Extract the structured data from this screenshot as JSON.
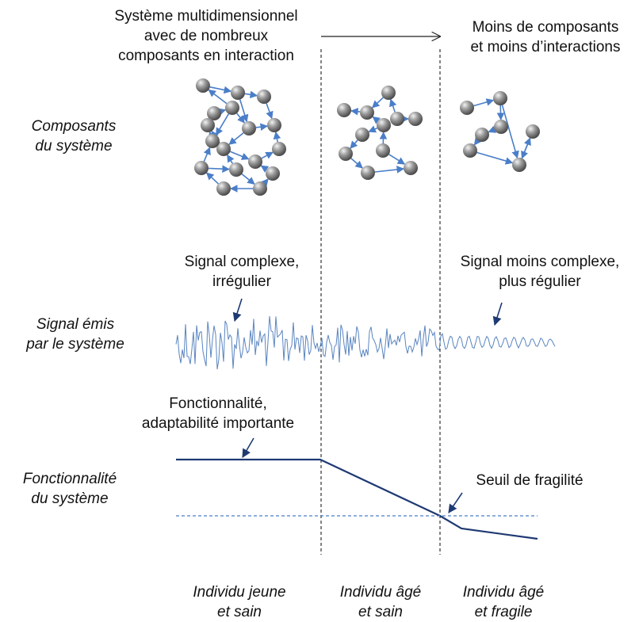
{
  "top": {
    "many_components": [
      "Système multidimensionnel",
      "avec de nombreux",
      "composants en interaction"
    ],
    "fewer_components": [
      "Moins de composants",
      "et moins d’interactions"
    ]
  },
  "rows": {
    "components": [
      "Composants",
      "du système"
    ],
    "signal": [
      "Signal émis",
      "par le système"
    ],
    "functionality": [
      "Fonctionnalité",
      "du système"
    ]
  },
  "signal": {
    "complex_label": [
      "Signal complexe,",
      "irrégulier"
    ],
    "less_complex_label": [
      "Signal moins complexe,",
      "plus régulier"
    ]
  },
  "function": {
    "high_label": [
      "Fonctionnalité,",
      "adaptabilité importante"
    ],
    "threshold_label": "Seuil de fragilité"
  },
  "columns": [
    {
      "line1": "Individu jeune",
      "line2": "et sain"
    },
    {
      "line1": "Individu âgé",
      "line2": "et sain"
    },
    {
      "line1": "Individu âgé",
      "line2": "et fragile"
    }
  ],
  "colors": {
    "arrow_blue": "#4a7ec8",
    "line_navy": "#1f3a73",
    "node_gray": "#8c8c8c",
    "signal_blue": "#5a85c0",
    "dashed": "#333333"
  }
}
